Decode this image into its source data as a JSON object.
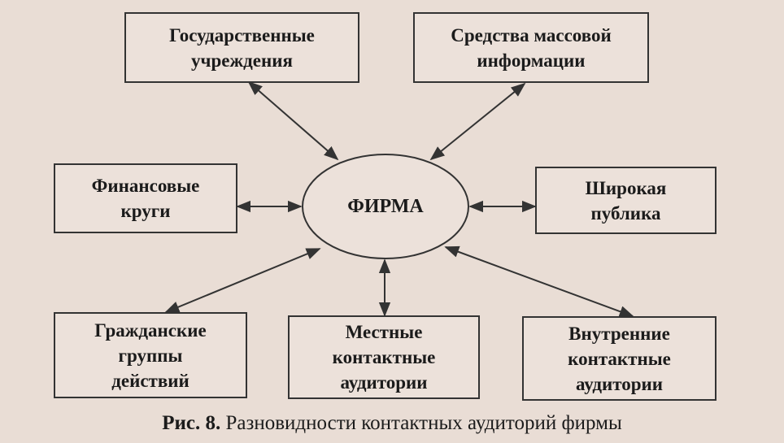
{
  "center": {
    "label": "ФИРМА"
  },
  "nodes": {
    "government": "Государственные\nучреждения",
    "media": "Средства массовой\nинформации",
    "financial": "Финансовые\nкруги",
    "public": "Широкая\nпублика",
    "civic": "Гражданские\nгруппы\nдействий",
    "local": "Местные\nконтактные\nаудитории",
    "internal": "Внутренние\nконтактные\nаудитории"
  },
  "caption": {
    "prefix": "Рис. 8.",
    "text": " Разновидности контактных аудиторий фирмы"
  }
}
